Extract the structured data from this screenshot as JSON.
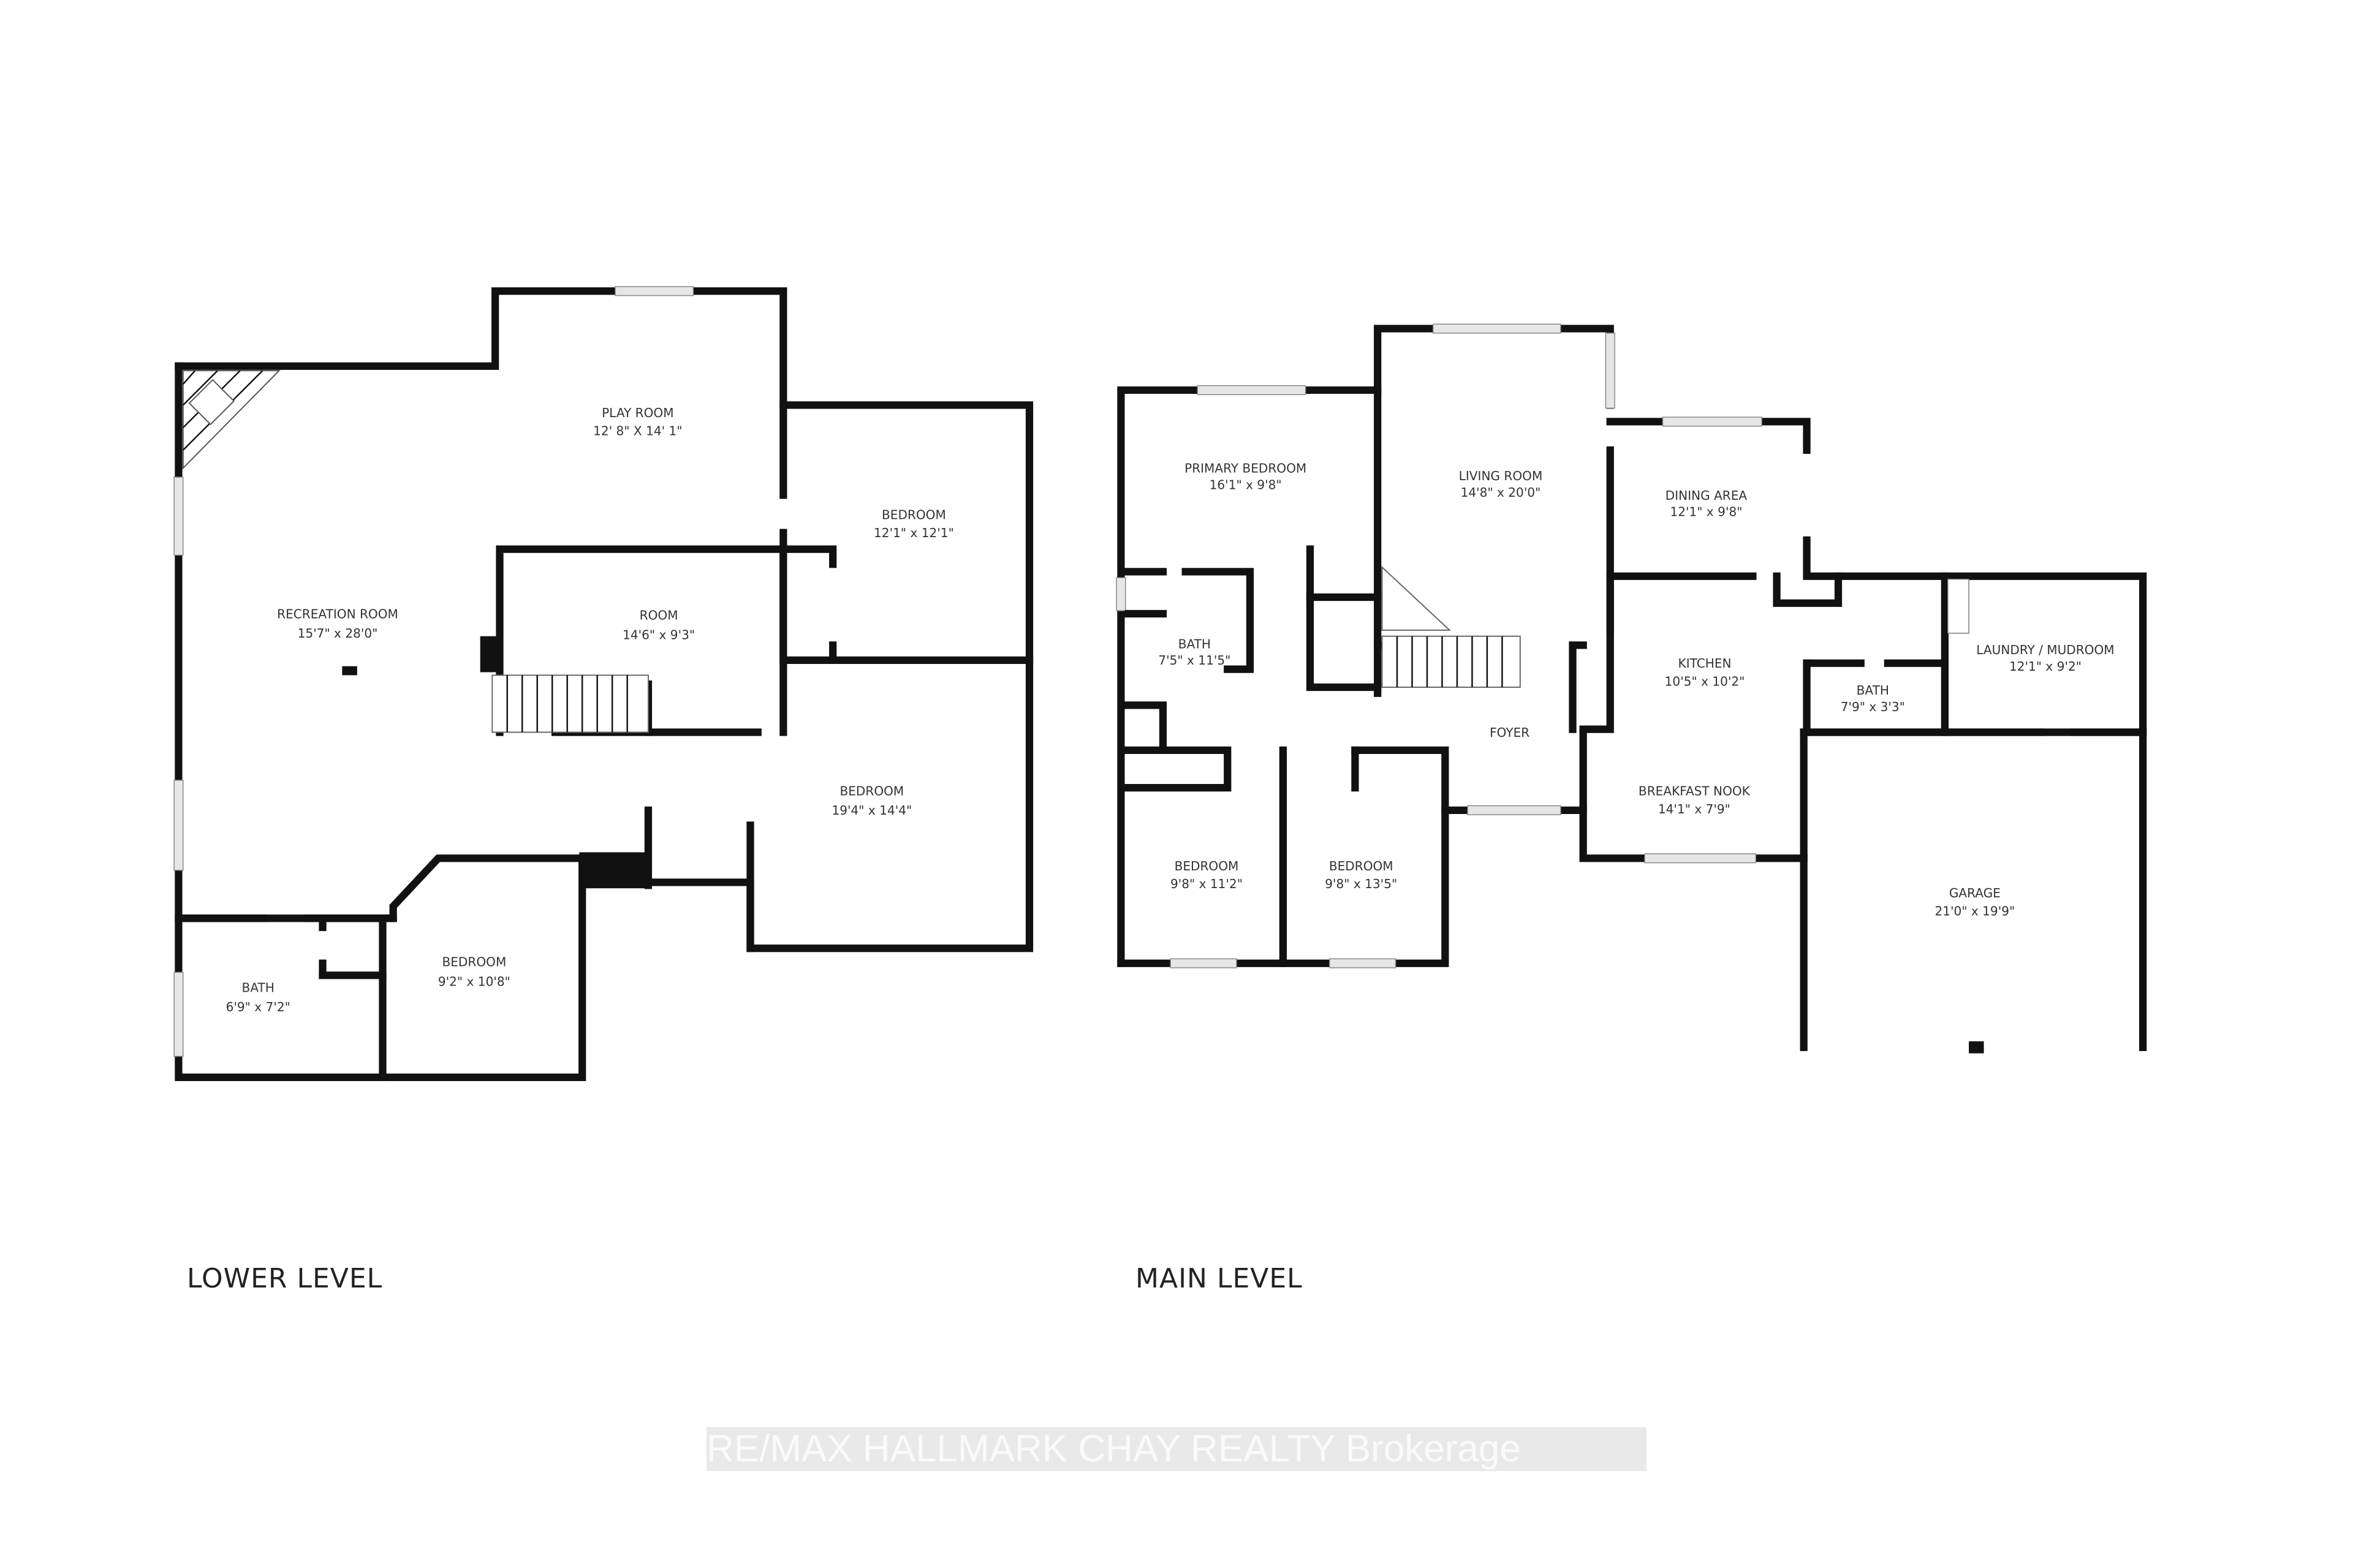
{
  "levels": {
    "lower": {
      "label": "LOWER LEVEL",
      "rooms": [
        {
          "name": "PLAY ROOM",
          "dims": "12' 8\" X 14' 1\""
        },
        {
          "name": "RECREATION ROOM",
          "dims": "15'7\" x 28'0\""
        },
        {
          "name": "ROOM",
          "dims": "14'6\" x 9'3\""
        },
        {
          "name": "BEDROOM",
          "dims": "12'1\" x 12'1\""
        },
        {
          "name": "BEDROOM",
          "dims": "19'4\" x 14'4\""
        },
        {
          "name": "BATH",
          "dims": "6'9\" x 7'2\""
        },
        {
          "name": "BEDROOM",
          "dims": "9'2\" x 10'8\""
        }
      ]
    },
    "main": {
      "label": "MAIN LEVEL",
      "rooms": [
        {
          "name": "PRIMARY BEDROOM",
          "dims": "16'1\" x 9'8\""
        },
        {
          "name": "LIVING ROOM",
          "dims": "14'8\" x 20'0\""
        },
        {
          "name": "DINING AREA",
          "dims": "12'1\" x 9'8\""
        },
        {
          "name": "BATH",
          "dims": "7'5\" x 11'5\""
        },
        {
          "name": "KITCHEN",
          "dims": "10'5\" x 10'2\""
        },
        {
          "name": "LAUNDRY / MUDROOM",
          "dims": "12'1\" x 9'2\""
        },
        {
          "name": "BATH",
          "dims": "7'9\" x 3'3\""
        },
        {
          "name": "FOYER",
          "dims": ""
        },
        {
          "name": "BREAKFAST NOOK",
          "dims": "14'1\" x 7'9\""
        },
        {
          "name": "BEDROOM",
          "dims": "9'8\" x 11'2\""
        },
        {
          "name": "BEDROOM",
          "dims": "9'8\" x 13'5\""
        },
        {
          "name": "GARAGE",
          "dims": "21'0\" x 19'9\""
        }
      ]
    }
  },
  "watermark": "RE/MAX HALLMARK CHAY REALTY  Brokerage",
  "colors": {
    "wall": "#111111",
    "background": "#ffffff",
    "window": "#e6e6e6"
  }
}
